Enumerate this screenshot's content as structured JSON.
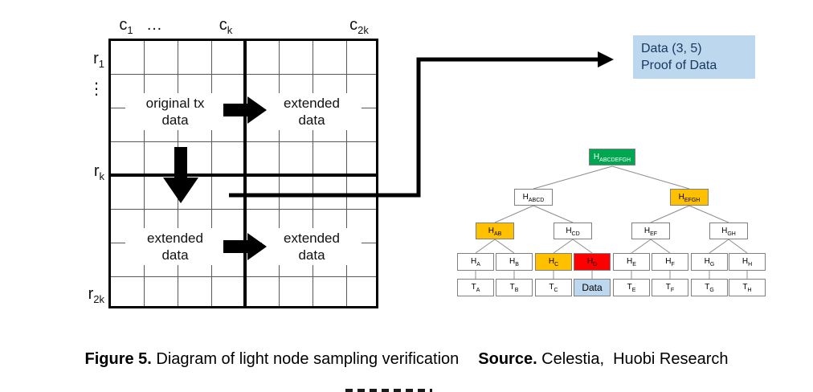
{
  "grid": {
    "col_labels": [
      {
        "base": "c",
        "sub": "1"
      },
      {
        "base": "…",
        "sub": ""
      },
      {
        "base": "c",
        "sub": "k"
      },
      {
        "base": "c",
        "sub": "2k"
      }
    ],
    "row_labels": [
      {
        "base": "r",
        "sub": "1"
      },
      {
        "base": "⋮",
        "sub": ""
      },
      {
        "base": "r",
        "sub": "k"
      },
      {
        "base": "r",
        "sub": "2k"
      }
    ],
    "quadrants": {
      "top_left": {
        "line1": "original tx",
        "line2": "data"
      },
      "top_right": {
        "line1": "extended",
        "line2": "data"
      },
      "bottom_left": {
        "line1": "extended",
        "line2": "data"
      },
      "bottom_right": {
        "line1": "extended",
        "line2": "data"
      }
    }
  },
  "proof_box": {
    "line1": "Data (3, 5)",
    "line2": "Proof of Data",
    "bg_color": "#bdd7ee",
    "text_color": "#17375e"
  },
  "tree": {
    "root": {
      "base": "H",
      "sub": "ABCDEFGH",
      "fill": "#00a650"
    },
    "level2": [
      {
        "base": "H",
        "sub": "ABCD",
        "fill": "#ffffff"
      },
      {
        "base": "H",
        "sub": "EFGH",
        "fill": "#ffc000"
      }
    ],
    "level3": [
      {
        "base": "H",
        "sub": "AB",
        "fill": "#ffc000"
      },
      {
        "base": "H",
        "sub": "CD",
        "fill": "#ffffff"
      },
      {
        "base": "H",
        "sub": "EF",
        "fill": "#ffffff"
      },
      {
        "base": "H",
        "sub": "GH",
        "fill": "#ffffff"
      }
    ],
    "level4": [
      {
        "base": "H",
        "sub": "A",
        "fill": "#ffffff"
      },
      {
        "base": "H",
        "sub": "B",
        "fill": "#ffffff"
      },
      {
        "base": "H",
        "sub": "C",
        "fill": "#ffc000"
      },
      {
        "base": "H",
        "sub": "D",
        "fill": "#ff0000"
      },
      {
        "base": "H",
        "sub": "E",
        "fill": "#ffffff"
      },
      {
        "base": "H",
        "sub": "F",
        "fill": "#ffffff"
      },
      {
        "base": "H",
        "sub": "G",
        "fill": "#ffffff"
      },
      {
        "base": "H",
        "sub": "H",
        "fill": "#ffffff"
      }
    ],
    "level5": [
      {
        "base": "T",
        "sub": "A",
        "fill": "#ffffff"
      },
      {
        "base": "T",
        "sub": "B",
        "fill": "#ffffff"
      },
      {
        "base": "T",
        "sub": "C",
        "fill": "#ffffff"
      },
      {
        "base": "Data",
        "sub": "",
        "fill": "#bdd7ee"
      },
      {
        "base": "T",
        "sub": "E",
        "fill": "#ffffff"
      },
      {
        "base": "T",
        "sub": "F",
        "fill": "#ffffff"
      },
      {
        "base": "T",
        "sub": "G",
        "fill": "#ffffff"
      },
      {
        "base": "T",
        "sub": "H",
        "fill": "#ffffff"
      }
    ]
  },
  "caption": {
    "figure_label": "Figure 5.",
    "figure_text": " Diagram of light node sampling verification",
    "source_label": "Source.",
    "source_text": " Celestia,  Huobi Research"
  }
}
